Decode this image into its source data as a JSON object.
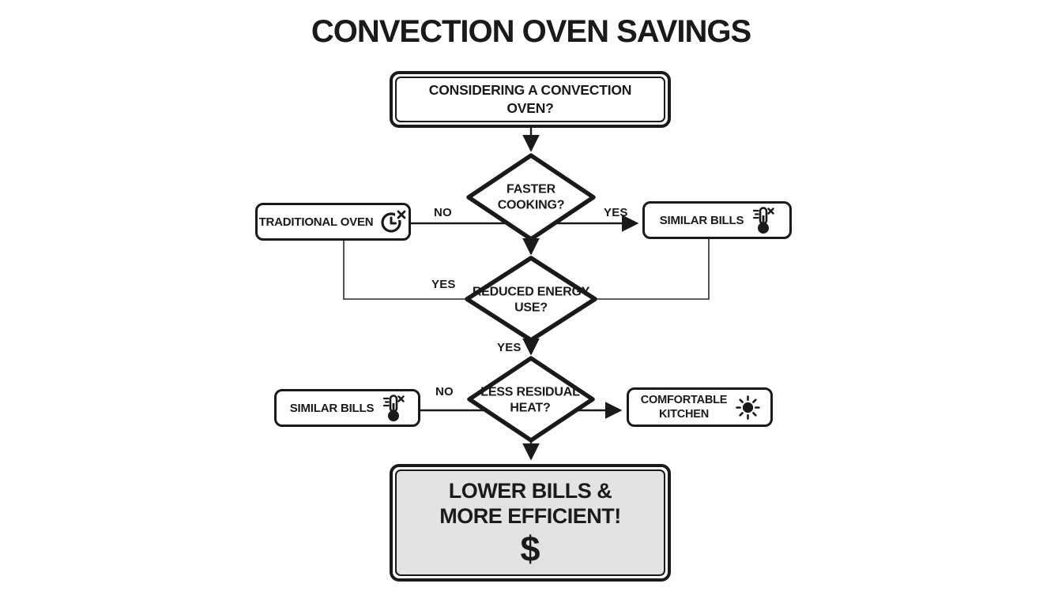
{
  "title": "CONVECTION OVEN SAVINGS",
  "colors": {
    "ink": "#1a1a1a",
    "background": "#ffffff",
    "result_fill": "#e3e3e3"
  },
  "flow": {
    "start": {
      "label": "CONSIDERING A CONVECTION OVEN?"
    },
    "decisions": [
      {
        "label": "FASTER COOKING?"
      },
      {
        "label": "REDUCED ENERGY USE?"
      },
      {
        "label": "LESS RESIDUAL HEAT?"
      }
    ],
    "edge_labels": {
      "faster_no": "NO",
      "faster_yes": "YES",
      "reduced_left_yes": "YES",
      "reduced_down_yes": "YES",
      "residual_no": "NO"
    },
    "outcomes": {
      "traditional_oven": {
        "label": "TRADITIONAL OVEN",
        "icon": "clock-x-icon"
      },
      "similar_bills_top": {
        "label": "SIMILAR BILLS",
        "icon": "thermometer-x-icon"
      },
      "similar_bills_left": {
        "label": "SIMILAR BILLS",
        "icon": "thermometer-x-icon"
      },
      "comfortable_kitchen": {
        "label": "COMFORTABLE KITCHEN",
        "icon": "sun-icon"
      }
    },
    "result": {
      "lines": [
        "LOWER BILLS &",
        "MORE EFFICIENT!"
      ],
      "symbol": "$"
    }
  }
}
